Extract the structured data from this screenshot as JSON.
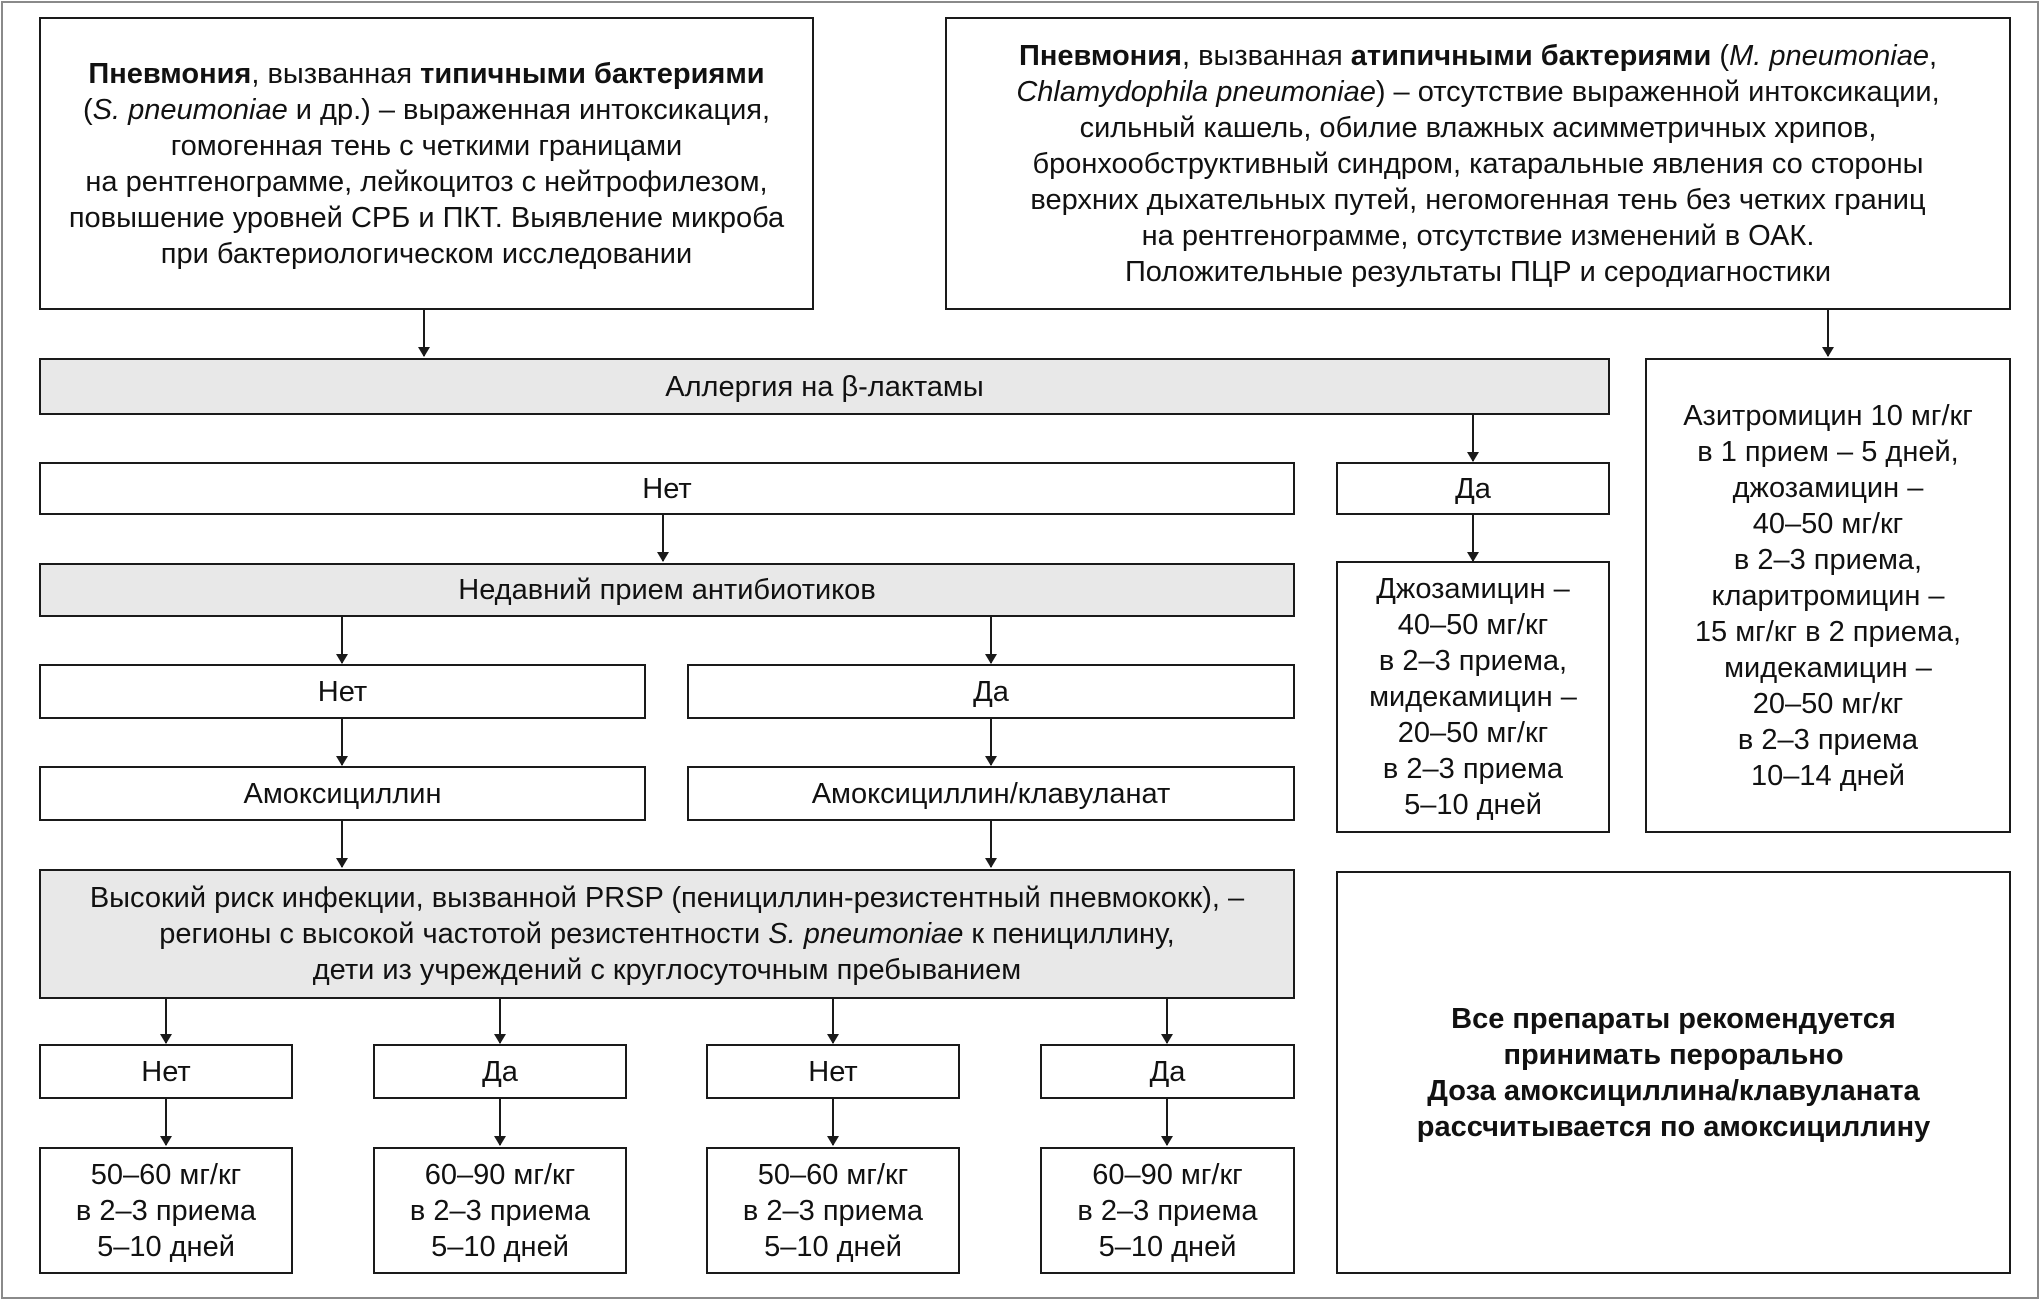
{
  "typical": {
    "lines": [
      [
        {
          "t": "Пневмония",
          "s": "b"
        },
        {
          "t": ", вызванная "
        },
        {
          "t": "типичными бактериями",
          "s": "b"
        }
      ],
      [
        {
          "t": "("
        },
        {
          "t": "S. pneumoniae",
          "s": "i"
        },
        {
          "t": " и др.) – выраженная интоксикация,"
        }
      ],
      [
        {
          "t": "гомогенная тень с четкими границами"
        }
      ],
      [
        {
          "t": "на рентгенограмме, лейкоцитоз с нейтрофилезом,"
        }
      ],
      [
        {
          "t": "повышение уровней СРБ и ПКТ. Выявление микроба"
        }
      ],
      [
        {
          "t": "при бактериологическом исследовании"
        }
      ]
    ]
  },
  "atypical": {
    "lines": [
      [
        {
          "t": "Пневмония",
          "s": "b"
        },
        {
          "t": ", вызванная "
        },
        {
          "t": "атипичными бактериями",
          "s": "b"
        },
        {
          "t": " ("
        },
        {
          "t": "M. pneumoniae",
          "s": "i"
        },
        {
          "t": ","
        }
      ],
      [
        {
          "t": "Chlamydophila pneumoniae",
          "s": "i"
        },
        {
          "t": ") – отсутствие выраженной интоксикации,"
        }
      ],
      [
        {
          "t": "сильный кашель, обилие влажных асимметричных хрипов,"
        }
      ],
      [
        {
          "t": "бронхообструктивный синдром, катаральные явления со стороны"
        }
      ],
      [
        {
          "t": "верхних дыхательных путей, негомогенная тень без четких границ"
        }
      ],
      [
        {
          "t": "на рентгенограмме, отсутствие изменений в ОАК."
        }
      ],
      [
        {
          "t": "Положительные результаты ПЦР и серодиагностики"
        }
      ]
    ]
  },
  "allergy": {
    "label": "Аллергия на β-лактамы"
  },
  "allergy_no": {
    "label": "Нет"
  },
  "allergy_yes": {
    "label": "Да"
  },
  "recent_ab": {
    "label": "Недавний прием антибиотиков"
  },
  "recent_no": {
    "label": "Нет"
  },
  "recent_yes": {
    "label": "Да"
  },
  "amoxicillin": {
    "label": "Амоксициллин"
  },
  "amox_clav": {
    "label": "Амоксициллин/клавуланат"
  },
  "macrolides_allergy": {
    "lines": [
      "Джозамицин –",
      "40–50 мг/кг",
      "в 2–3 приема,",
      "мидекамицин –",
      "20–50 мг/кг",
      "в 2–3 приема",
      "5–10 дней"
    ]
  },
  "macrolides_atypical": {
    "lines": [
      "Азитромицин 10 мг/кг",
      "в 1 прием – 5 дней,",
      "джозамицин –",
      "40–50 мг/кг",
      "в 2–3 приема,",
      "кларитромицин –",
      "15 мг/кг в 2 приема,",
      "мидекамицин –",
      "20–50 мг/кг",
      "в 2–3 приема",
      "10–14 дней"
    ]
  },
  "prsp": {
    "lines": [
      [
        {
          "t": "Высокий риск инфекции, вызванной PRSP (пенициллин-резистентный пневмококк), –"
        }
      ],
      [
        {
          "t": "регионы с высокой частотой резистентности "
        },
        {
          "t": "S. pneumoniae",
          "s": "i"
        },
        {
          "t": " к пенициллину,"
        }
      ],
      [
        {
          "t": "дети из учреждений с круглосуточным пребыванием"
        }
      ]
    ]
  },
  "prsp_answers": [
    "Нет",
    "Да",
    "Нет",
    "Да"
  ],
  "doses": [
    [
      "50–60 мг/кг",
      "в 2–3 приема",
      "5–10 дней"
    ],
    [
      "60–90 мг/кг",
      "в 2–3 приема",
      "5–10 дней"
    ],
    [
      "50–60 мг/кг",
      "в 2–3 приема",
      "5–10 дней"
    ],
    [
      "60–90 мг/кг",
      "в 2–3 приема",
      "5–10 дней"
    ]
  ],
  "note": {
    "lines": [
      "Все препараты рекомендуется",
      "принимать перорально",
      "Доза амоксициллина/клавуланата",
      "рассчитывается по амоксициллину"
    ]
  }
}
